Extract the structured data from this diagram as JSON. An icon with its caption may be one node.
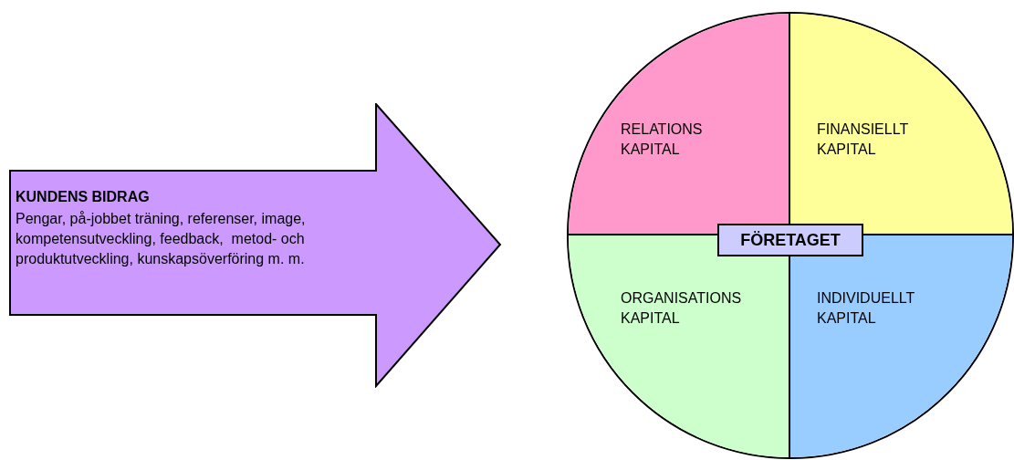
{
  "diagram": {
    "nodes": [
      {
        "text": [
          "KUNDENS BIDRAG",
          "Pengar, på-jobbet träning, referenser, image, kompetensutveckling, feedback,  metod- och produktutveckling, kunskapsöverföring m. m."
        ]
      },
      {
        "text": [],
        "shape": "circle"
      },
      {
        "text": [
          "RELATIONS KAPITAL"
        ],
        "in": 1
      },
      {
        "text": [
          "FINANSIELLT KAPITAL"
        ],
        "in": 1
      },
      {
        "text": [
          "FÖRETAGET"
        ],
        "in": 1
      },
      {
        "text": [
          "ORGANISATIONS KAPITAL"
        ],
        "in": 1
      },
      {
        "text": [
          "INDIVIDUELLT KAPITAL"
        ],
        "in": 1
      }
    ]
  }
}
